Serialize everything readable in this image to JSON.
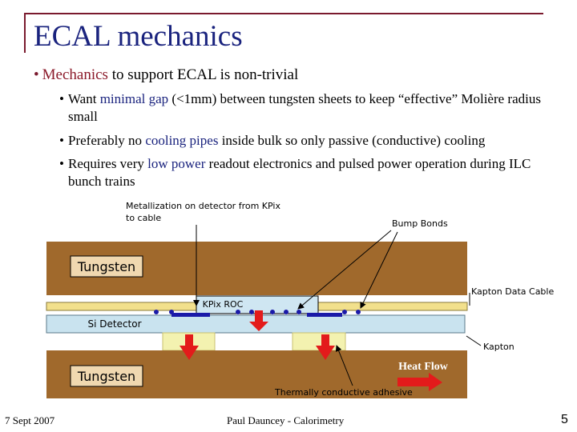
{
  "slide": {
    "title": "ECAL mechanics",
    "main_bullet": {
      "highlight": "Mechanics",
      "rest": " to support ECAL is non-trivial"
    },
    "sub_bullets": [
      {
        "pre": "Want ",
        "highlight": "minimal gap",
        "post": " (<1mm) between tungsten sheets to keep “effective” Molière radius small"
      },
      {
        "pre": "Preferably no ",
        "highlight": "cooling pipes",
        "post": " inside bulk so only passive (conductive) cooling"
      },
      {
        "pre": "Requires very ",
        "highlight": "low power",
        "post": " readout electronics and pulsed power operation during ILC bunch trains"
      }
    ]
  },
  "diagram": {
    "labels": {
      "metallization": "Metallization on detector from KPix to cable",
      "metallization_line1": "Metallization on detector from KPix",
      "metallization_line2": "to cable",
      "bump_bonds": "Bump Bonds",
      "tungsten_top": "Tungsten",
      "kapton_data_cable": "Kapton Data Cable",
      "kpix_roc": "KPix ROC",
      "si_detector": "Si Detector",
      "kapton": "Kapton",
      "tungsten_bottom": "Tungsten",
      "heat_flow": "Heat Flow",
      "adhesive": "Thermally conductive adhesive"
    },
    "colors": {
      "tungsten": "#a0692c",
      "si_detector": "#c9e3ef",
      "kapton": "#f2e08c",
      "kpix": "#cfe6f2",
      "bump": "#1a1aa8",
      "heat_arrow": "#e31b1b",
      "heat_flow_text": "#ffffff",
      "pad": "#f3f2b0"
    }
  },
  "footer": {
    "date": "7 Sept 2007",
    "center": "Paul Dauncey - Calorimetry",
    "page": "5"
  }
}
